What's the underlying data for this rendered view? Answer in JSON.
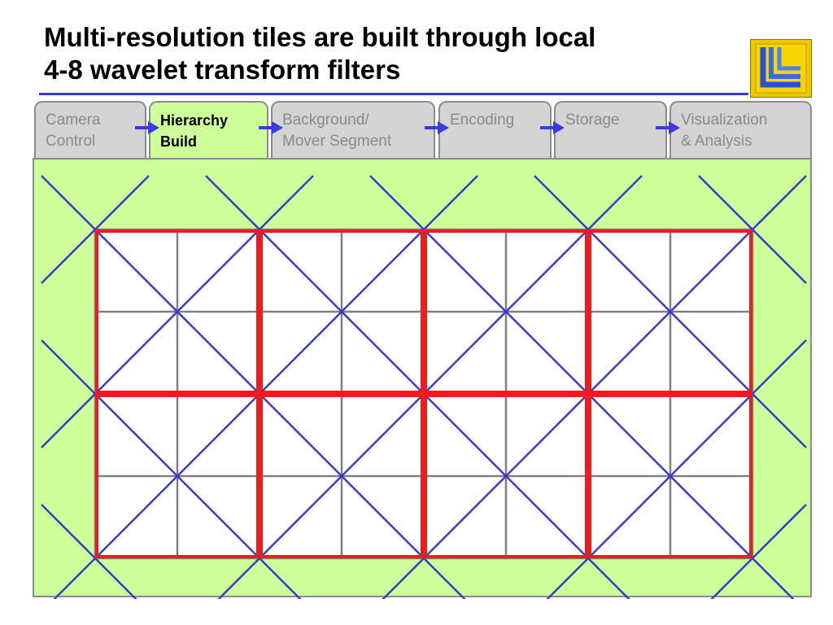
{
  "title": {
    "line1": "Multi-resolution tiles are built through local",
    "line2": "4-8 wavelet transform filters"
  },
  "logo": {
    "name": "lab-logo-icon",
    "colors": [
      "#f0c800",
      "#2a4fd8",
      "#3a3ac8"
    ]
  },
  "tabs": [
    {
      "line1": "Camera",
      "line2": "Control",
      "active": false
    },
    {
      "line1": "Hierarchy",
      "line2": "Build",
      "active": true
    },
    {
      "line1": "Background/",
      "line2": "Mover Segment",
      "active": false
    },
    {
      "line1": "Encoding",
      "line2": "",
      "active": false
    },
    {
      "line1": "Storage",
      "line2": "",
      "active": false
    },
    {
      "line1": "Visualization",
      "line2": "& Analysis",
      "active": false
    }
  ],
  "colors": {
    "panel_background": "#ccff99",
    "tab_inactive": "#d4d4d4",
    "tab_active": "#ccff99",
    "tile_border": "#ee1c1c",
    "diagonal_lines": "#3a3ac8",
    "grid_lines": "#808080",
    "arrow": "#3a3ae0"
  },
  "diagram": {
    "tile_columns": 4,
    "tile_rows": 2,
    "cells_per_tile": 2
  }
}
